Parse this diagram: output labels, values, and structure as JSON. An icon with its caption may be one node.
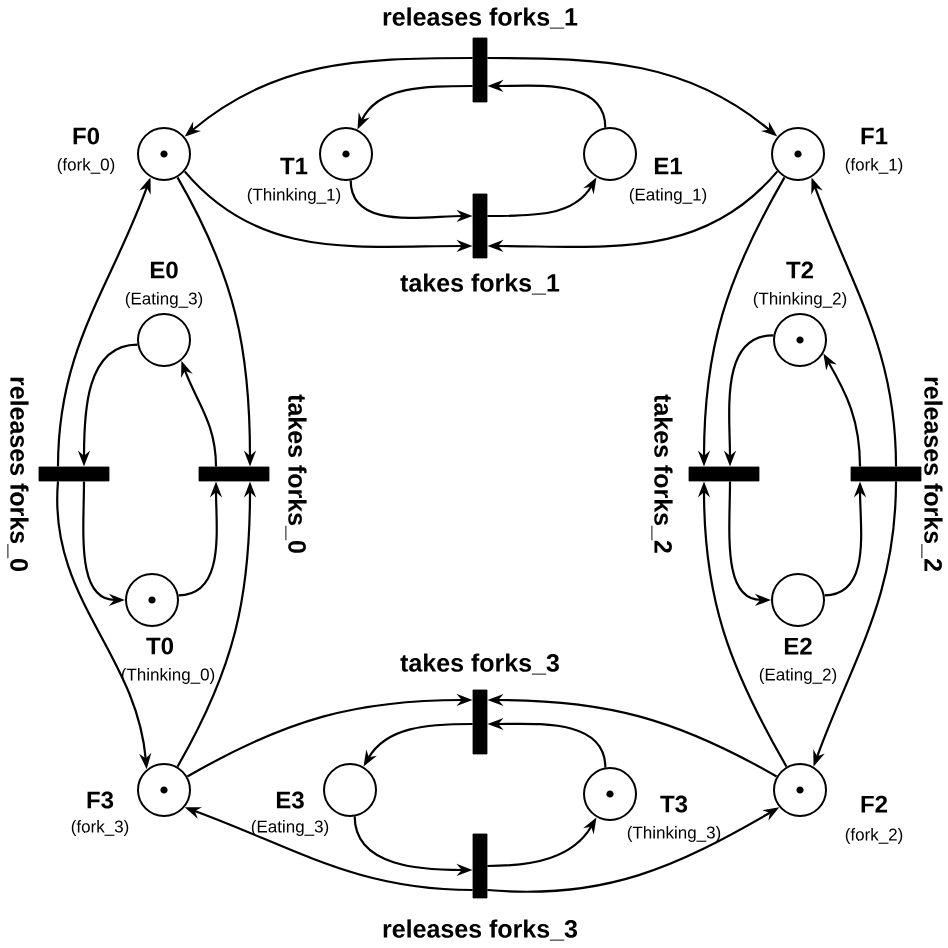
{
  "diagram": {
    "nodes": [
      {
        "text": [
          "releases forks_1"
        ]
      },
      {
        "text": [
          "F0",
          "(fork_0)"
        ]
      },
      {
        "text": [
          "T1",
          "(Thinking_1)"
        ]
      },
      {
        "text": [
          "E1",
          "(Eating_1)"
        ]
      },
      {
        "text": [
          "F1",
          "(fork_1)"
        ]
      },
      {
        "text": [
          "takes forks_1"
        ]
      },
      {
        "text": [
          "E0",
          "(Eating_3)"
        ]
      },
      {
        "text": [
          "T2",
          "(Thinking_2)"
        ]
      },
      {
        "text": [
          "releases forks_0"
        ]
      },
      {
        "text": [
          "takes forks_0"
        ]
      },
      {
        "text": [
          "takes forks_2"
        ]
      },
      {
        "text": [
          "releases forks_2"
        ]
      },
      {
        "text": [
          "T0",
          "(Thinking_0)"
        ]
      },
      {
        "text": [
          "E2",
          "(Eating_2)"
        ]
      },
      {
        "text": [
          "takes forks_3"
        ]
      },
      {
        "text": [
          "F3",
          "(fork_3)"
        ]
      },
      {
        "text": [
          "E3",
          "(Eating_3)"
        ]
      },
      {
        "text": [
          "T3",
          "(Thinking_3)"
        ]
      },
      {
        "text": [
          "F2",
          "(fork_2)"
        ]
      },
      {
        "text": [
          "releases forks_3"
        ]
      }
    ],
    "edges": [
      {
        "from": 0,
        "to": 1,
        "arrow": "to"
      },
      {
        "from": 0,
        "to": 4,
        "arrow": "to"
      },
      {
        "from": 3,
        "to": 0,
        "arrow": "to"
      },
      {
        "from": 0,
        "to": 2,
        "arrow": "to"
      },
      {
        "from": 2,
        "to": 5,
        "arrow": "to"
      },
      {
        "from": 1,
        "to": 5,
        "arrow": "to"
      },
      {
        "from": 4,
        "to": 5,
        "arrow": "to"
      },
      {
        "from": 5,
        "to": 3,
        "arrow": "to"
      },
      {
        "from": 8,
        "to": 1,
        "arrow": "to"
      },
      {
        "from": 8,
        "to": 15,
        "arrow": "to"
      },
      {
        "from": 6,
        "to": 8,
        "arrow": "to"
      },
      {
        "from": 8,
        "to": 12,
        "arrow": "to"
      },
      {
        "from": 1,
        "to": 9,
        "arrow": "to"
      },
      {
        "from": 15,
        "to": 9,
        "arrow": "to"
      },
      {
        "from": 12,
        "to": 9,
        "arrow": "to"
      },
      {
        "from": 9,
        "to": 6,
        "arrow": "to"
      },
      {
        "from": 4,
        "to": 10,
        "arrow": "to"
      },
      {
        "from": 18,
        "to": 10,
        "arrow": "to"
      },
      {
        "from": 7,
        "to": 10,
        "arrow": "to"
      },
      {
        "from": 10,
        "to": 13,
        "arrow": "to"
      },
      {
        "from": 13,
        "to": 11,
        "arrow": "to"
      },
      {
        "from": 11,
        "to": 7,
        "arrow": "to"
      },
      {
        "from": 11,
        "to": 4,
        "arrow": "to"
      },
      {
        "from": 11,
        "to": 18,
        "arrow": "to"
      },
      {
        "from": 15,
        "to": 14,
        "arrow": "to"
      },
      {
        "from": 18,
        "to": 14,
        "arrow": "to"
      },
      {
        "from": 17,
        "to": 14,
        "arrow": "to"
      },
      {
        "from": 14,
        "to": 16,
        "arrow": "to"
      },
      {
        "from": 16,
        "to": 19,
        "arrow": "to"
      },
      {
        "from": 19,
        "to": 17,
        "arrow": "to"
      },
      {
        "from": 19,
        "to": 18,
        "arrow": "to"
      },
      {
        "from": 19,
        "to": 15,
        "arrow": "to"
      }
    ]
  }
}
